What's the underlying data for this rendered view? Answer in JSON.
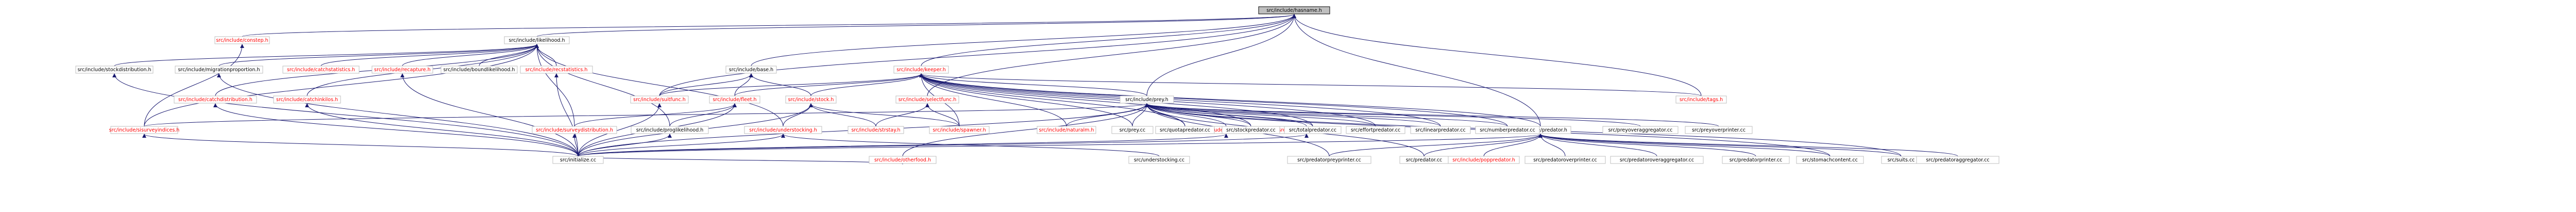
{
  "graph": {
    "root": "src/include/hasname.h",
    "nodes": [
      {
        "id": "hasname",
        "label": "src/include/hasname.h",
        "kind": "root"
      },
      {
        "id": "constep",
        "label": "src/include/constep.h",
        "kind": "link"
      },
      {
        "id": "likelihood",
        "label": "src/include/likelihood.h",
        "kind": "normal"
      },
      {
        "id": "stockdistribution",
        "label": "src/include/stockdistribution.h",
        "kind": "normal"
      },
      {
        "id": "migrationproportion",
        "label": "src/include/migrationproportion.h",
        "kind": "normal"
      },
      {
        "id": "catchstatistics",
        "label": "src/include/catchstatistics.h",
        "kind": "link"
      },
      {
        "id": "recapture",
        "label": "src/include/recapture.h",
        "kind": "link"
      },
      {
        "id": "boundlikelihood",
        "label": "src/include/boundlikelihood.h",
        "kind": "normal"
      },
      {
        "id": "recstatistics",
        "label": "src/include/recstatistics.h",
        "kind": "link"
      },
      {
        "id": "base",
        "label": "src/include/base.h",
        "kind": "normal"
      },
      {
        "id": "keeper",
        "label": "src/include/keeper.h",
        "kind": "link"
      },
      {
        "id": "catchdistribution",
        "label": "src/include/catchdistribution.h",
        "kind": "link"
      },
      {
        "id": "catchinkilos",
        "label": "src/include/catchinkilos.h",
        "kind": "link"
      },
      {
        "id": "sisurvey",
        "label": "src/include/sisurveyindices.h",
        "kind": "link"
      },
      {
        "id": "ecosystem",
        "label": "src/include/surveydistribution.h",
        "kind": "link"
      },
      {
        "id": "proglikelihood",
        "label": "src/include/proglikelihood.h",
        "kind": "normal"
      },
      {
        "id": "understocking",
        "label": "src/include/understocking.h",
        "kind": "link"
      },
      {
        "id": "lastfunc",
        "label": "src/include/suitfunc.h",
        "kind": "link"
      },
      {
        "id": "fleet",
        "label": "src/include/fleet.h",
        "kind": "link"
      },
      {
        "id": "stock",
        "label": "src/include/stock.h",
        "kind": "link"
      },
      {
        "id": "selectfunc",
        "label": "src/include/selectfunc.h",
        "kind": "link"
      },
      {
        "id": "strstay",
        "label": "src/include/strstay.h",
        "kind": "link"
      },
      {
        "id": "spawner",
        "label": "src/include/spawner.h",
        "kind": "link"
      },
      {
        "id": "prey",
        "label": "src/include/prey.h",
        "kind": "normal"
      },
      {
        "id": "naturalm",
        "label": "src/include/naturalm.h",
        "kind": "link"
      },
      {
        "id": "lengthprey",
        "label": "src/include/lengthprey.h",
        "kind": "link"
      },
      {
        "id": "stockprey",
        "label": "src/include/stockprey.h",
        "kind": "link"
      },
      {
        "id": "tags",
        "label": "src/include/tags.h",
        "kind": "link"
      },
      {
        "id": "predator",
        "label": "src/include/predator.h",
        "kind": "normal"
      },
      {
        "id": "preycc",
        "label": "src/prey.cc",
        "kind": "normal"
      },
      {
        "id": "quotapredatorcc",
        "label": "src/quotapredator.cc",
        "kind": "normal"
      },
      {
        "id": "stockpredatorcc",
        "label": "src/stockpredator.cc",
        "kind": "normal"
      },
      {
        "id": "totalpredatorcc",
        "label": "src/totalpredator.cc",
        "kind": "normal"
      },
      {
        "id": "effortpredatorcc",
        "label": "src/effortpredator.cc",
        "kind": "normal"
      },
      {
        "id": "linearpredatorcc",
        "label": "src/linearpredator.cc",
        "kind": "normal"
      },
      {
        "id": "numberpredatorcc",
        "label": "src/numberpredator.cc",
        "kind": "normal"
      },
      {
        "id": "preyoveraggregatorcc",
        "label": "src/preyoveraggregator.cc",
        "kind": "normal"
      },
      {
        "id": "preyoverprintercc",
        "label": "src/preyoverprinter.cc",
        "kind": "normal"
      },
      {
        "id": "initializecc",
        "label": "src/initialize.cc",
        "kind": "normal"
      },
      {
        "id": "otherfood",
        "label": "src/include/otherfood.h",
        "kind": "link"
      },
      {
        "id": "understockingcc",
        "label": "src/understocking.cc",
        "kind": "normal"
      },
      {
        "id": "predatorpreyprintercc",
        "label": "src/predatorpreyprinter.cc",
        "kind": "normal"
      },
      {
        "id": "predatorcc",
        "label": "src/predator.cc",
        "kind": "normal"
      },
      {
        "id": "poppredator",
        "label": "src/include/poppredator.h",
        "kind": "link"
      },
      {
        "id": "predatoroverprintercc",
        "label": "src/predatoroverprinter.cc",
        "kind": "normal"
      },
      {
        "id": "predatoroveraggregatorcc",
        "label": "src/predatoroveraggregator.cc",
        "kind": "normal"
      },
      {
        "id": "predatorprintercc",
        "label": "src/predatorprinter.cc",
        "kind": "normal"
      },
      {
        "id": "stomachcontentcc",
        "label": "src/stomachcontent.cc",
        "kind": "normal"
      },
      {
        "id": "suitscc",
        "label": "src/suits.cc",
        "kind": "normal"
      },
      {
        "id": "predatoraggregatorcc",
        "label": "src/predatoraggregator.cc",
        "kind": "normal"
      }
    ],
    "edges": [
      [
        "constep",
        "hasname"
      ],
      [
        "likelihood",
        "hasname"
      ],
      [
        "base",
        "hasname"
      ],
      [
        "keeper",
        "hasname"
      ],
      [
        "selectfunc",
        "hasname"
      ],
      [
        "prey",
        "hasname"
      ],
      [
        "predator",
        "hasname"
      ],
      [
        "tags",
        "hasname"
      ],
      [
        "lastfunc",
        "hasname"
      ],
      [
        "sisurvey",
        "constep"
      ],
      [
        "stockdistribution",
        "likelihood"
      ],
      [
        "migrationproportion",
        "likelihood"
      ],
      [
        "catchstatistics",
        "likelihood"
      ],
      [
        "recapture",
        "likelihood"
      ],
      [
        "boundlikelihood",
        "likelihood"
      ],
      [
        "recstatistics",
        "likelihood"
      ],
      [
        "catchdistribution",
        "likelihood"
      ],
      [
        "catchinkilos",
        "likelihood"
      ],
      [
        "sisurvey",
        "likelihood"
      ],
      [
        "ecosystem",
        "likelihood"
      ],
      [
        "proglikelihood",
        "likelihood"
      ],
      [
        "understocking",
        "likelihood"
      ],
      [
        "fleet",
        "base"
      ],
      [
        "stock",
        "base"
      ],
      [
        "lastfunc",
        "base"
      ],
      [
        "lastfunc",
        "keeper"
      ],
      [
        "fleet",
        "keeper"
      ],
      [
        "stock",
        "keeper"
      ],
      [
        "prey",
        "keeper"
      ],
      [
        "naturalm",
        "keeper"
      ],
      [
        "spawner",
        "keeper"
      ],
      [
        "predator",
        "keeper"
      ],
      [
        "tags",
        "keeper"
      ],
      [
        "preycc",
        "keeper"
      ],
      [
        "quotapredatorcc",
        "keeper"
      ],
      [
        "stockpredatorcc",
        "keeper"
      ],
      [
        "totalpredatorcc",
        "keeper"
      ],
      [
        "effortpredatorcc",
        "keeper"
      ],
      [
        "linearpredatorcc",
        "keeper"
      ],
      [
        "numberpredatorcc",
        "keeper"
      ],
      [
        "spawner",
        "selectfunc"
      ],
      [
        "strstay",
        "selectfunc"
      ],
      [
        "ecosystem",
        "fleet"
      ],
      [
        "proglikelihood",
        "fleet"
      ],
      [
        "understocking",
        "stock"
      ],
      [
        "strstay",
        "stock"
      ],
      [
        "spawner",
        "stock"
      ],
      [
        "lengthprey",
        "prey"
      ],
      [
        "stockprey",
        "prey"
      ],
      [
        "naturalm",
        "prey"
      ],
      [
        "preycc",
        "prey"
      ],
      [
        "quotapredatorcc",
        "prey"
      ],
      [
        "stockpredatorcc",
        "prey"
      ],
      [
        "totalpredatorcc",
        "prey"
      ],
      [
        "effortpredatorcc",
        "prey"
      ],
      [
        "linearpredatorcc",
        "prey"
      ],
      [
        "numberpredatorcc",
        "prey"
      ],
      [
        "preyoveraggregatorcc",
        "prey"
      ],
      [
        "preyoverprintercc",
        "prey"
      ],
      [
        "otherfood",
        "prey"
      ],
      [
        "predatorpreyprintercc",
        "prey"
      ],
      [
        "predatorcc",
        "prey"
      ],
      [
        "suitscc",
        "prey"
      ],
      [
        "stomachcontentcc",
        "prey"
      ],
      [
        "sisurvey",
        "prey"
      ],
      [
        "poppredator",
        "predator"
      ],
      [
        "predatorpreyprintercc",
        "predator"
      ],
      [
        "predatorcc",
        "predator"
      ],
      [
        "predatoroverprintercc",
        "predator"
      ],
      [
        "predatoroveraggregatorcc",
        "predator"
      ],
      [
        "predatorprintercc",
        "predator"
      ],
      [
        "stomachcontentcc",
        "predator"
      ],
      [
        "suitscc",
        "predator"
      ],
      [
        "predatoraggregatorcc",
        "predator"
      ],
      [
        "initializecc",
        "stockdistribution"
      ],
      [
        "initializecc",
        "migrationproportion"
      ],
      [
        "initializecc",
        "recapture"
      ],
      [
        "initializecc",
        "recstatistics"
      ],
      [
        "initializecc",
        "catchdistribution"
      ],
      [
        "initializecc",
        "catchinkilos"
      ],
      [
        "initializecc",
        "sisurvey"
      ],
      [
        "initializecc",
        "ecosystem"
      ],
      [
        "initializecc",
        "proglikelihood"
      ],
      [
        "initializecc",
        "understocking"
      ],
      [
        "initializecc",
        "fleet"
      ],
      [
        "initializecc",
        "stock"
      ],
      [
        "initializecc",
        "lastfunc"
      ],
      [
        "initializecc",
        "stockprey"
      ],
      [
        "initializecc",
        "lengthprey"
      ],
      [
        "initializecc",
        "otherfood"
      ],
      [
        "understockingcc",
        "understocking"
      ],
      [
        "initializecc",
        "prey"
      ],
      [
        "initializecc",
        "predator"
      ]
    ]
  },
  "style": {
    "node_border": "#bfbfbf",
    "root_fill": "#bfbfbf",
    "root_border": "#000000",
    "edge_color": "#191970",
    "text_normal": "#000000",
    "text_link": "#ff0000"
  }
}
